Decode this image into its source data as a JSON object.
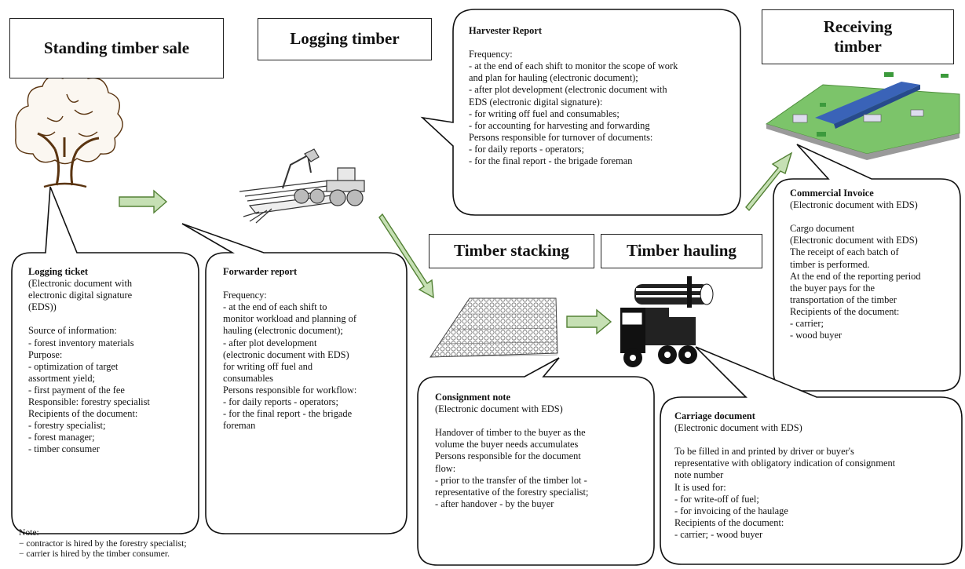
{
  "headers": {
    "standing": "Standing timber sale",
    "logging": "Logging timber",
    "receiving_line1": "Receiving",
    "receiving_line2": "timber",
    "stacking": "Timber stacking",
    "hauling": "Timber hauling"
  },
  "logging_ticket": {
    "title": "Logging ticket",
    "lines": [
      "(Electronic document with",
      "electronic digital signature",
      "(EDS))",
      "",
      "Source of information:",
      "- forest inventory materials",
      "Purpose:",
      "- optimization of target",
      "assortment yield;",
      "- first payment of the fee",
      "Responsible:  forestry specialist",
      "Recipients of the document:",
      "- forestry specialist;",
      "- forest manager;",
      "- timber consumer"
    ]
  },
  "forwarder_report": {
    "title": "Forwarder report",
    "lines": [
      "",
      "Frequency:",
      "- at the end of each shift to",
      "monitor workload and planning of",
      "hauling (electronic document);",
      "- after plot development",
      "(electronic document with EDS)",
      "for writing off fuel and",
      "consumables",
      "Persons responsible  for workflow:",
      "- for daily reports - operators;",
      "- for the final report - the brigade",
      "foreman"
    ]
  },
  "harvester_report": {
    "title": "Harvester Report",
    "lines": [
      "",
      "Frequency:",
      "- at the end of each shift to monitor the scope of work",
      "and plan for hauling (electronic document);",
      "- after plot development (electronic document with",
      "EDS (electronic digital signature):",
      "- for writing off fuel and consumables;",
      "- for accounting for harvesting and forwarding",
      "Persons responsible  for turnover of documents:",
      "- for daily reports - operators;",
      "- for the final report - the brigade foreman"
    ]
  },
  "commercial_invoice": {
    "title": "Commercial Invoice",
    "lines": [
      "(Electronic document with EDS)",
      "",
      "Cargo document",
      "(Electronic document with EDS)",
      "The receipt of each batch of",
      "timber is performed.",
      "At the end of the reporting period",
      "the buyer pays for the",
      "transportation of the timber",
      "Recipients of the document:",
      "- carrier;",
      "- wood buyer"
    ]
  },
  "consignment_note": {
    "title": "Consignment note",
    "lines": [
      "(Electronic document with EDS)",
      "",
      "Handover of timber to the buyer as the",
      "volume the buyer needs accumulates",
      "Persons responsible  for the document",
      "flow:",
      "- prior to the transfer of the timber lot -",
      "representative of the forestry specialist;",
      "- after handover - by the buyer"
    ]
  },
  "carriage_document": {
    "title": "Carriage document",
    "lines": [
      "(Electronic document with EDS)",
      "",
      "To be filled in and printed by driver or buyer's",
      "representative with obligatory indication of consignment",
      "note number",
      "It is used for:",
      "- for write-off of fuel;",
      "- for invoicing of the haulage",
      "Recipients of the document:",
      "- carrier;  - wood buyer"
    ]
  },
  "note": {
    "lines": [
      "Note:",
      "− contractor is hired by the forestry specialist;",
      "− carrier is hired by the timber consumer."
    ]
  },
  "colors": {
    "arrow_fill": "#c6e0b4",
    "arrow_stroke": "#538135",
    "tree": "#5a3410",
    "terminal_ground": "#7cc46a",
    "terminal_building": "#3a63b8"
  }
}
